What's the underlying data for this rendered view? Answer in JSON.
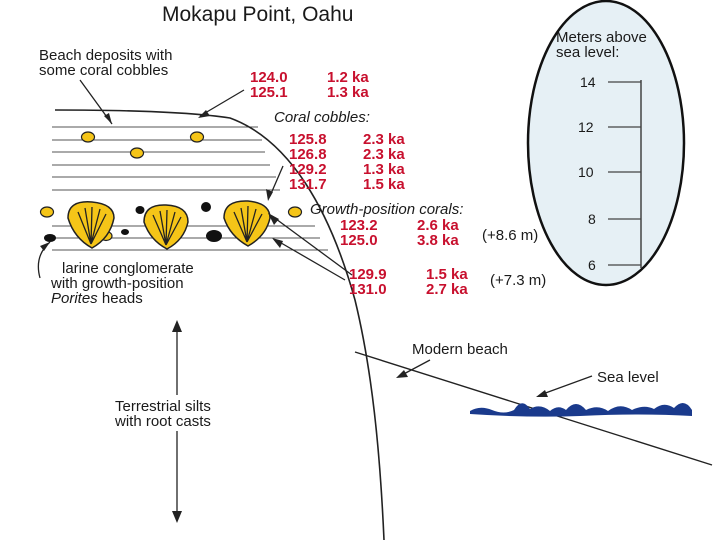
{
  "title": "Mokapu Point, Oahu",
  "scale": {
    "caption_line1": "Meters above",
    "caption_line2": "sea level:",
    "ticks": [
      "14",
      "12",
      "10",
      "8",
      "6"
    ]
  },
  "labels": {
    "beach_deposits_1": "Beach deposits with",
    "beach_deposits_2": "some coral cobbles",
    "coral_cobbles": "Coral cobbles:",
    "growth_position": "Growth-position corals:",
    "conglomerate_1": "larine conglomerate",
    "conglomerate_2": "with growth-position",
    "conglomerate_3_italic": "Porites",
    "conglomerate_3_rest": " heads",
    "modern_beach": "Modern beach",
    "sea_level": "Sea level",
    "terrestrial_1": "Terrestrial silts",
    "terrestrial_2": "with root casts"
  },
  "ages": {
    "beach": [
      {
        "sample": "124.0",
        "age": "1.2 ka"
      },
      {
        "sample": "125.1",
        "age": "1.3 ka"
      }
    ],
    "cobbles": [
      {
        "sample": "125.8",
        "age": "2.3 ka"
      },
      {
        "sample": "126.8",
        "age": "2.3 ka"
      },
      {
        "sample": "129.2",
        "age": "1.3 ka"
      },
      {
        "sample": "131.7",
        "age": "1.5 ka"
      }
    ],
    "growth_upper": [
      {
        "sample": "123.2",
        "age": "2.6 ka"
      },
      {
        "sample": "125.0",
        "age": "3.8 ka"
      }
    ],
    "growth_upper_elev": "(+8.6 m)",
    "growth_lower": [
      {
        "sample": "129.9",
        "age": "1.5 ka"
      },
      {
        "sample": "131.0",
        "age": "2.7 ka"
      }
    ],
    "growth_lower_elev": "(+7.3 m)"
  },
  "colors": {
    "age_text": "#c8102e",
    "coral": "#f5c518",
    "scale_fill": "#e6f0f5",
    "sea": "#1a3a8c"
  }
}
